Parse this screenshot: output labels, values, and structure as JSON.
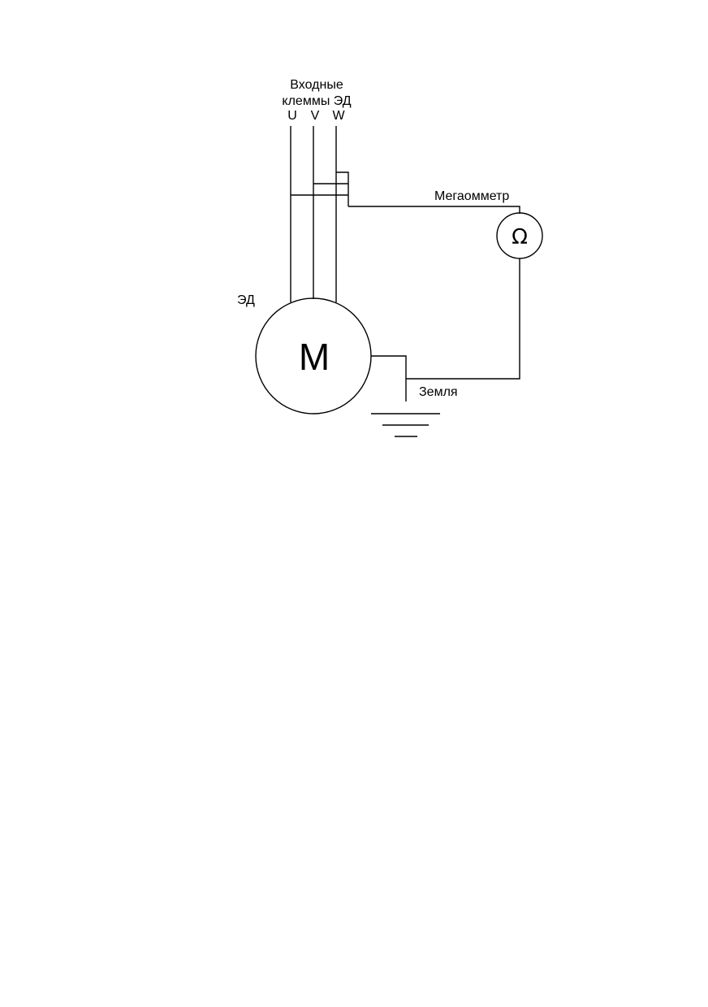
{
  "labels": {
    "input_terminals_line1": "Входные",
    "input_terminals_line2": "клеммы ЭД",
    "phase_u": "U",
    "phase_v": "V",
    "phase_w": "W",
    "motor_label": "ЭД",
    "motor_symbol": "M",
    "megohmmeter_label": "Мегаомметр",
    "megohmmeter_symbol": "Ω",
    "ground_label": "Земля"
  },
  "colors": {
    "line": "#000000",
    "background": "#ffffff"
  }
}
